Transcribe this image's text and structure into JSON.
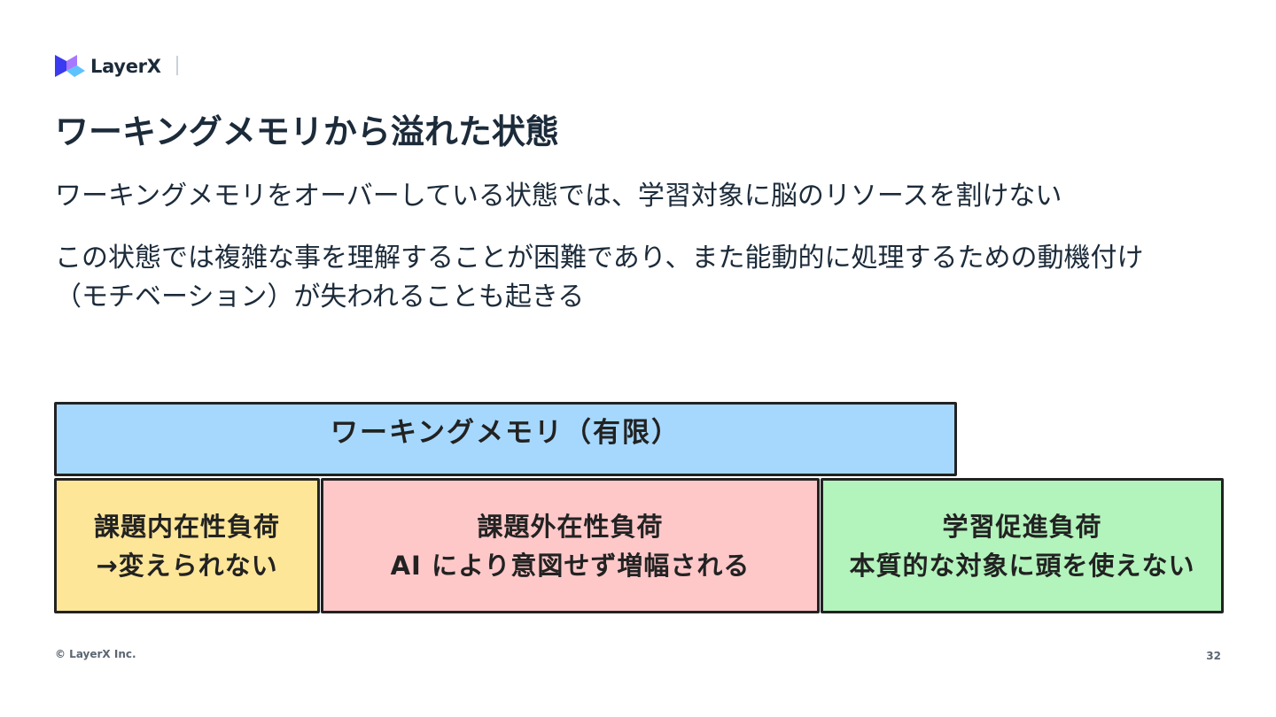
{
  "header": {
    "logo_text": "LayerX",
    "logo_icon": "layerx-logo-icon",
    "brand_colors": [
      "#3a3af0",
      "#a777ff",
      "#5ec2ff"
    ]
  },
  "slide": {
    "title": "ワーキングメモリから溢れた状態",
    "paragraphs": [
      "ワーキングメモリをオーバーしている状態では、学習対象に脳のリソースを割けない",
      "この状態では複雑な事を理解することが困難であり、また能動的に処理するための動機付け",
      "（モチベーション）が失われることも起きる"
    ]
  },
  "diagram": {
    "working_memory_label": "ワーキングメモリ（有限）",
    "working_memory_color": "#a6d8fd",
    "loads": [
      {
        "line1": "課題内在性負荷",
        "line2": "→変えられない",
        "color": "#fde698"
      },
      {
        "line1": "課題外在性負荷",
        "line2": "AI により意図せず増幅される",
        "color": "#fec8c9"
      },
      {
        "line1": "学習促進負荷",
        "line2": "本質的な対象に頭を使えない",
        "color": "#b3f3bc"
      }
    ]
  },
  "footer": {
    "copyright": "© LayerX Inc.",
    "page_number": "32"
  }
}
